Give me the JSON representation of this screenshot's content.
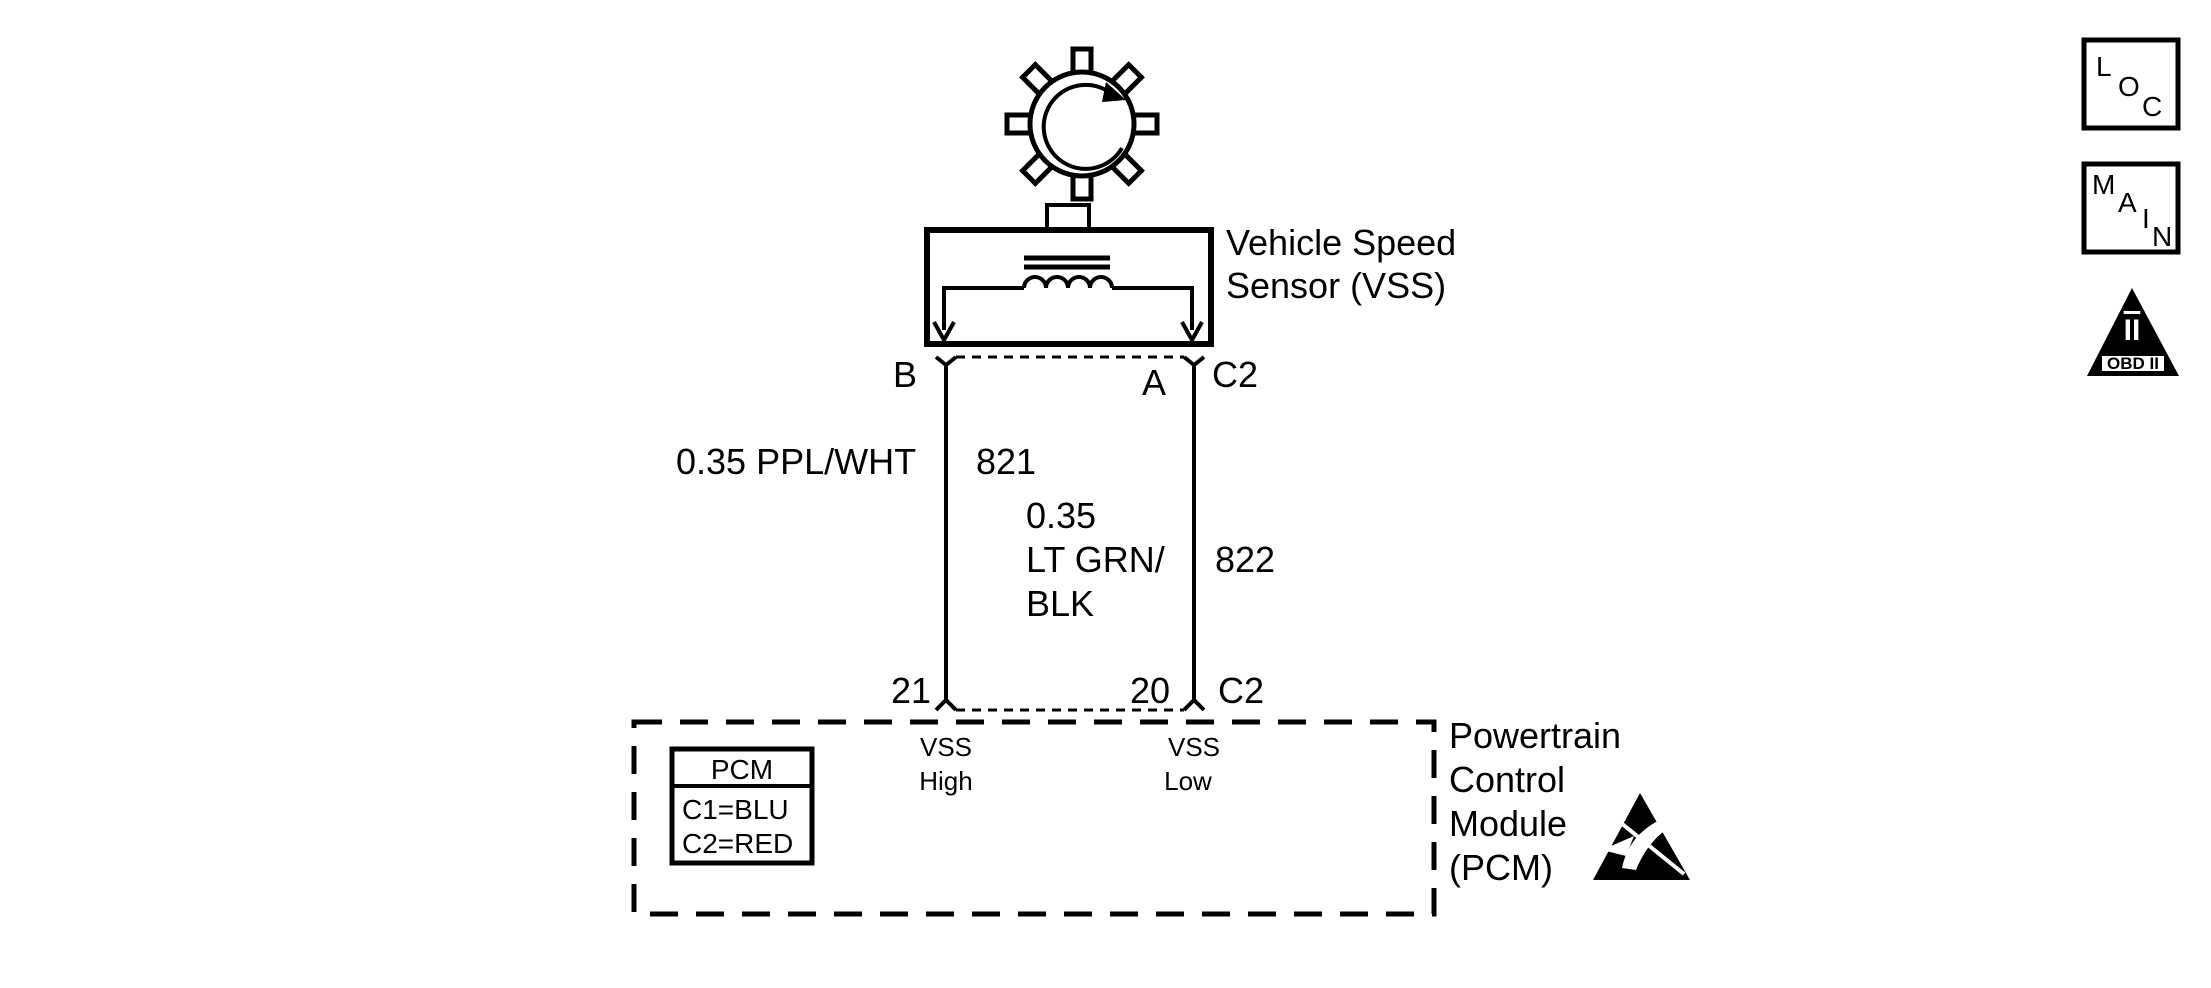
{
  "sensor": {
    "name_line1": "Vehicle Speed",
    "name_line2": "Sensor (VSS)",
    "pin_b": "B",
    "pin_a": "A",
    "connector": "C2"
  },
  "wires": {
    "high": {
      "gauge_color": "0.35 PPL/WHT",
      "circuit": "821"
    },
    "low": {
      "gauge": "0.35",
      "color_line1": "LT GRN/",
      "color_line2": "BLK",
      "circuit": "822"
    }
  },
  "pcm": {
    "pin_high": "21",
    "pin_low": "20",
    "connector": "C2",
    "terminal_high_line1": "VSS",
    "terminal_high_line2": "High",
    "terminal_low_line1": "VSS",
    "terminal_low_line2": "Low",
    "name_line1": "Powertrain",
    "name_line2": "Control",
    "name_line3": "Module",
    "name_line4": "(PCM)",
    "legend": {
      "title": "PCM",
      "c1": "C1=BLU",
      "c2": "C2=RED"
    }
  },
  "icons": {
    "loc": {
      "l": "L",
      "o": "O",
      "c": "C"
    },
    "main": {
      "m": "M",
      "a": "A",
      "i": "I",
      "n": "N"
    },
    "obd": {
      "numeral": "II",
      "label": "OBD II"
    },
    "esd": "esd-sensitive-icon",
    "reluctor": "reluctor-wheel-icon"
  }
}
